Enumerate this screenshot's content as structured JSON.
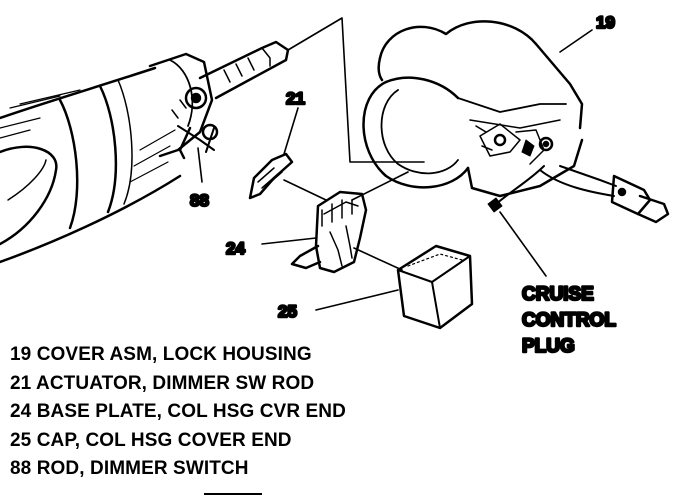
{
  "callouts": {
    "c19": "19",
    "c21": "21",
    "c24": "24",
    "c25": "25",
    "c88": "88"
  },
  "plug_label": [
    "CRUISE",
    "CONTROL",
    "PLUG"
  ],
  "legend": [
    {
      "num": "19",
      "text": "COVER ASM, LOCK HOUSING"
    },
    {
      "num": "21",
      "text": "ACTUATOR, DIMMER SW ROD"
    },
    {
      "num": "24",
      "text": "BASE PLATE, COL HSG CVR END"
    },
    {
      "num": "25",
      "text": "CAP, COL HSG COVER END"
    },
    {
      "num": "88",
      "text": "ROD, DIMMER SWITCH"
    }
  ],
  "colors": {
    "ink": "#000000",
    "paper": "#ffffff"
  }
}
